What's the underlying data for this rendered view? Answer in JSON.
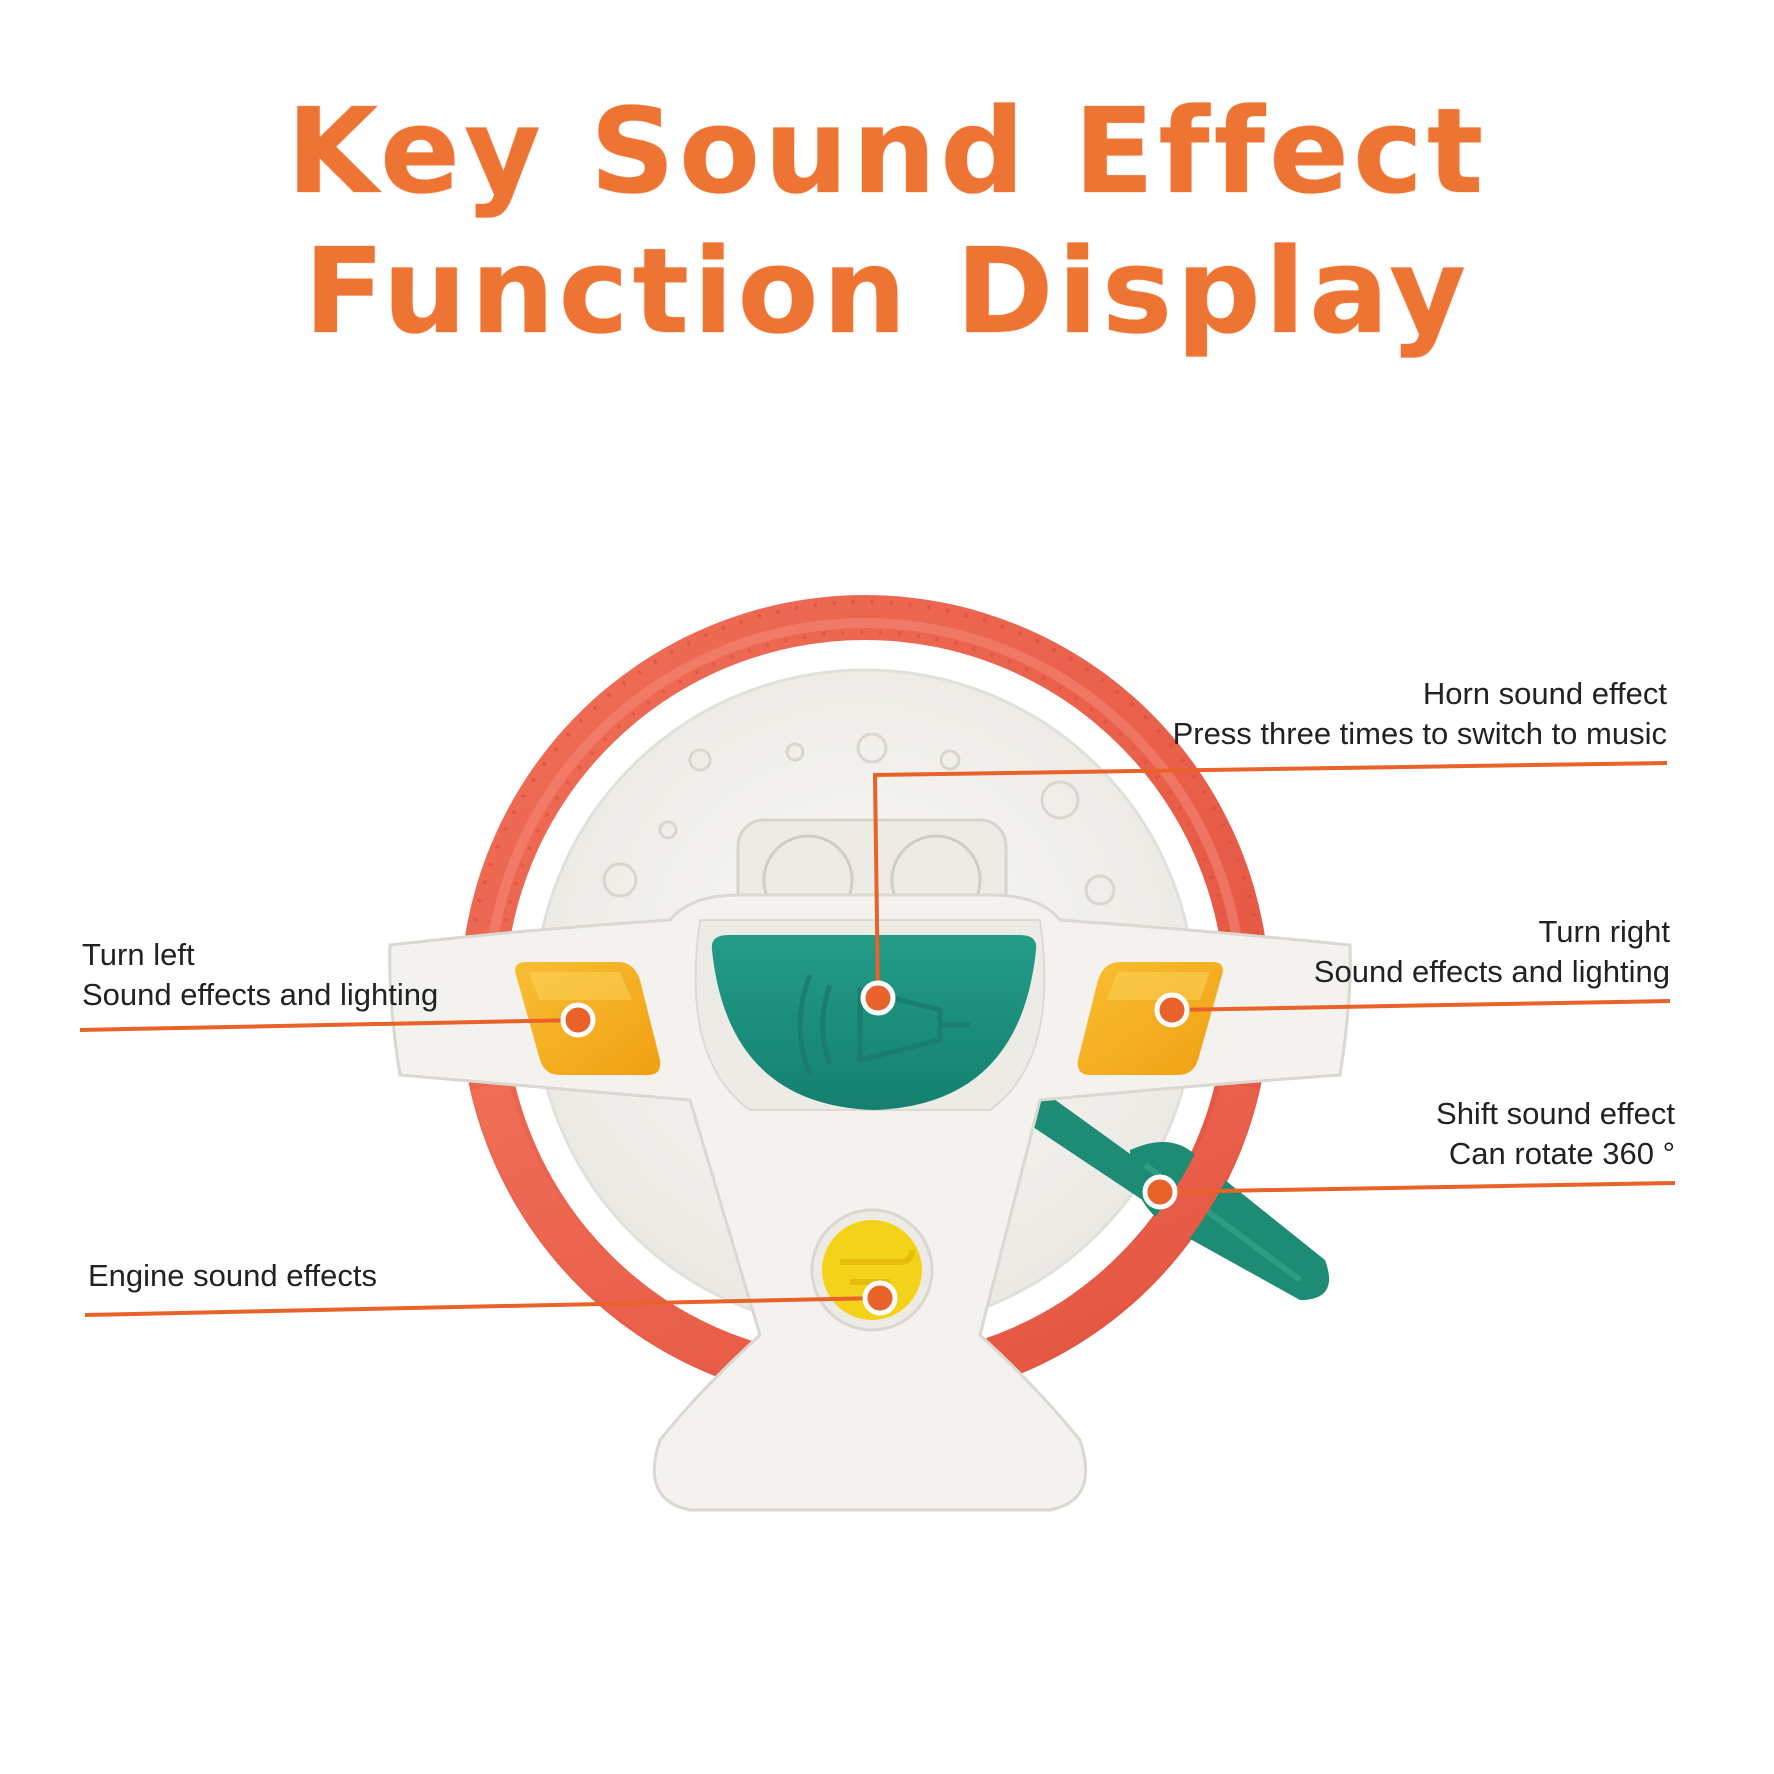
{
  "title": {
    "line1": "Key Sound Effect",
    "line2": "Function Display"
  },
  "colors": {
    "title": "#EE7434",
    "leader": "#E8622A",
    "rim": "#EA5F4B",
    "body": "#F3F2EE",
    "horn_button": "#1F9683",
    "signal_button": "#F6A91B",
    "engine_button": "#F5D21A",
    "shift_lever": "#1E8B74"
  },
  "callouts": {
    "horn": {
      "line1": "Horn sound effect",
      "line2": "Press three times to switch to music"
    },
    "turn_left": {
      "line1": "Turn left",
      "line2": "Sound effects and lighting"
    },
    "turn_right": {
      "line1": "Turn right",
      "line2": "Sound effects and lighting"
    },
    "shift": {
      "line1": "Shift sound effect",
      "line2": "Can rotate 360 °"
    },
    "engine": {
      "line1": "Engine sound effects"
    }
  }
}
